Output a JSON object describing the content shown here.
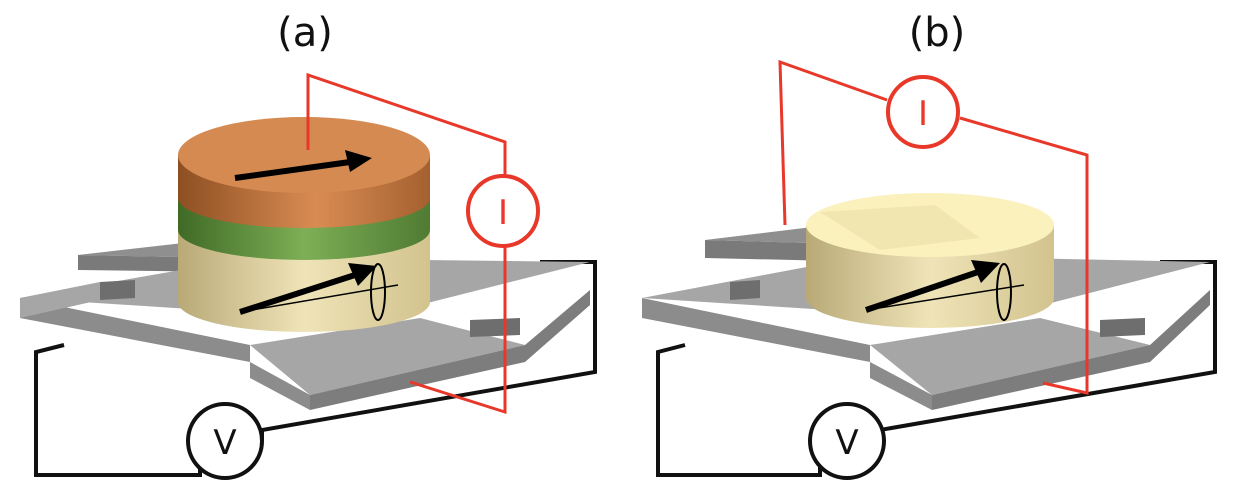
{
  "panels": [
    {
      "id": "a",
      "label": "(a)",
      "current_meter": {
        "symbol": "I"
      },
      "voltage_meter": {
        "symbol": "V"
      }
    },
    {
      "id": "b",
      "label": "(b)",
      "current_meter": {
        "symbol": "I"
      },
      "voltage_meter": {
        "symbol": "V"
      }
    }
  ],
  "colors": {
    "current_wire": "#e8382a",
    "voltage_wire": "#111111",
    "hall_bar": "#a6a6a6",
    "free_layer": "#d9cd97",
    "spacer": "#5a8a3a",
    "fixed_layer": "#c9753e",
    "magnetization_arrow": "#000000"
  }
}
